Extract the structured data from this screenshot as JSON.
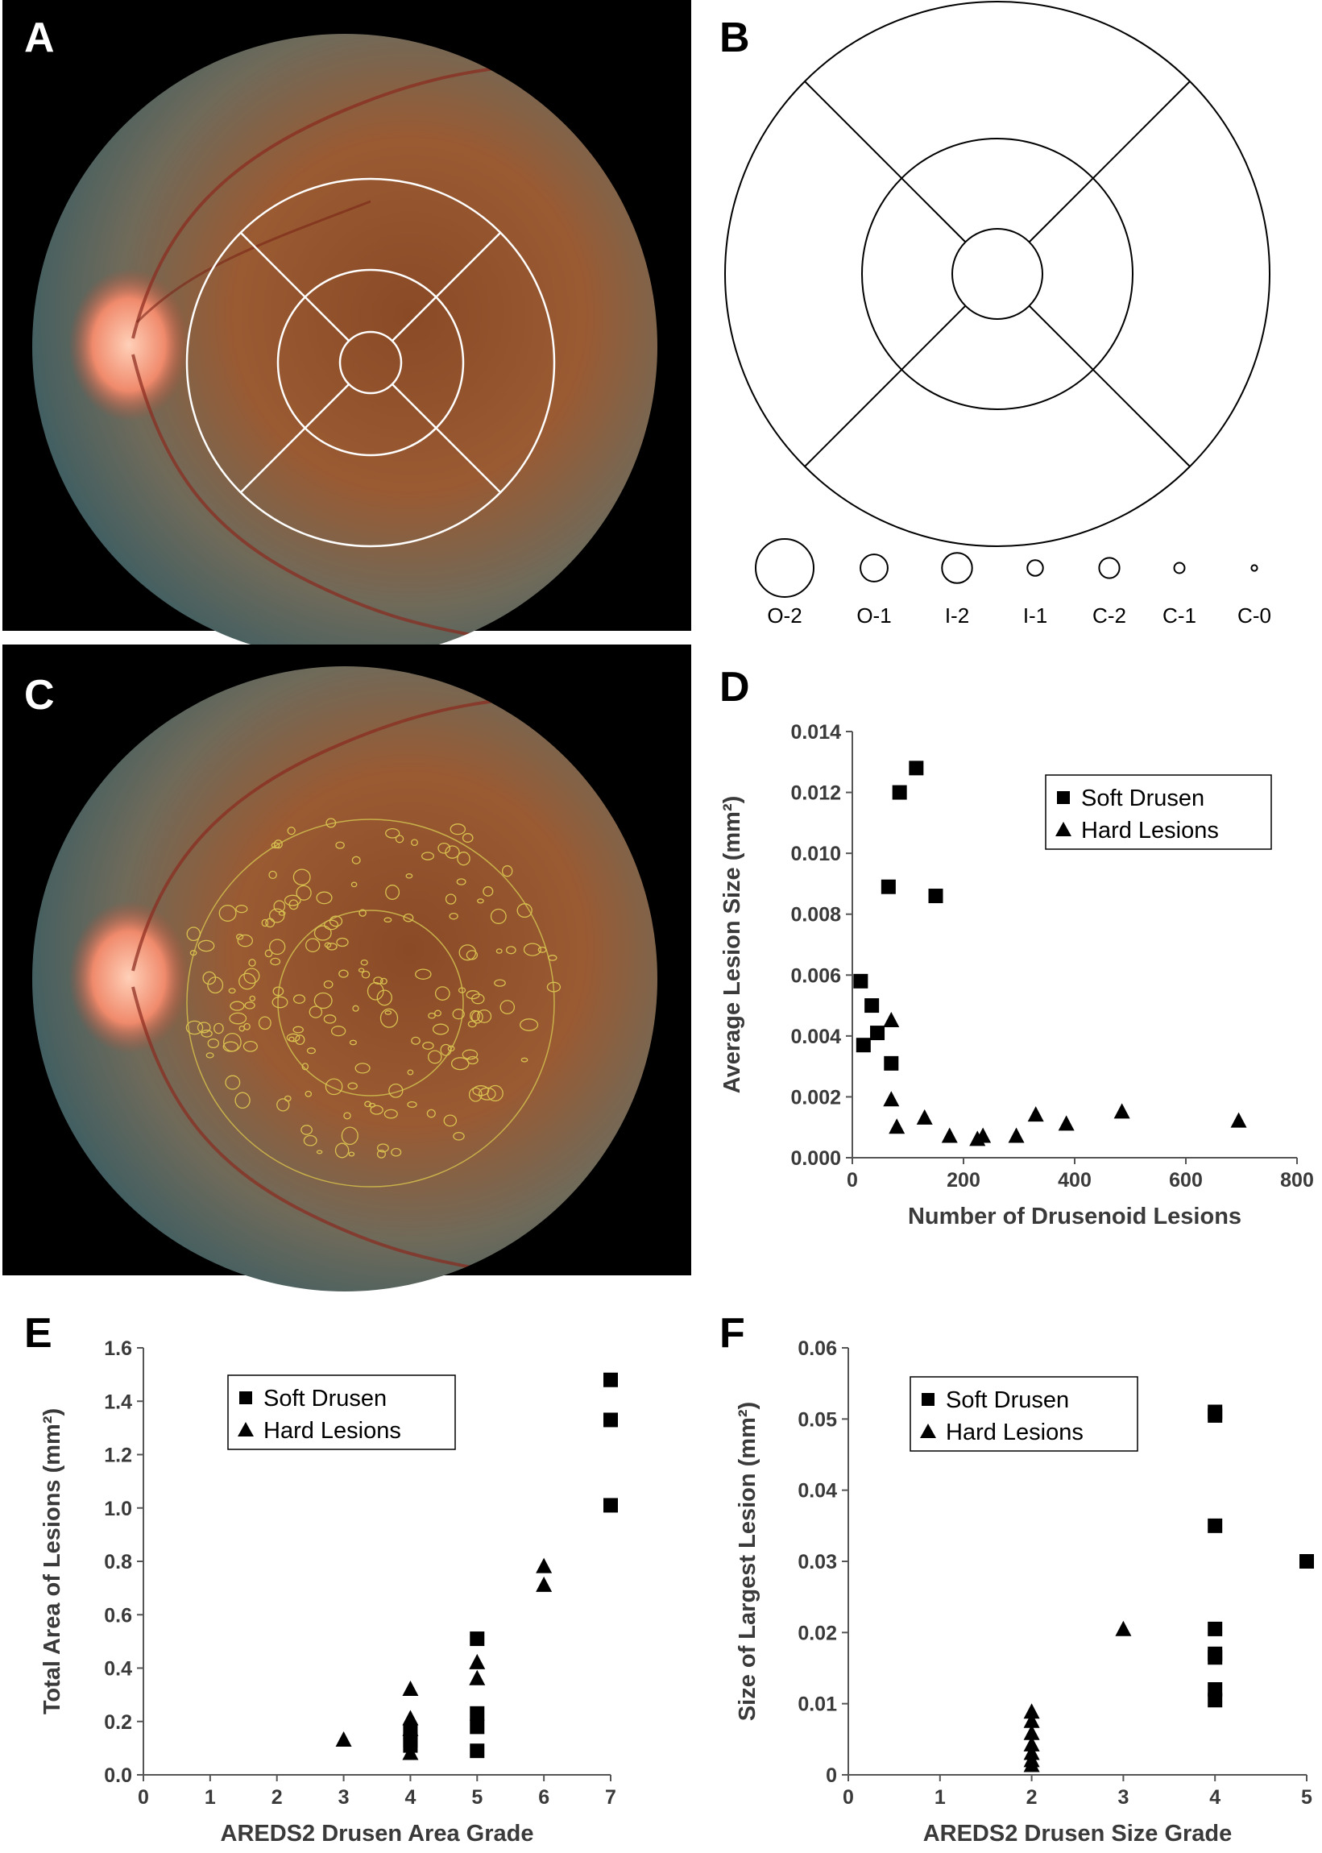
{
  "panels": {
    "A": {
      "letter": "A"
    },
    "B": {
      "letter": "B",
      "size_labels": [
        "O-2",
        "O-1",
        "I-2",
        "I-1",
        "C-2",
        "C-1",
        "C-0"
      ],
      "size_ratios": [
        1.0,
        0.47,
        0.52,
        0.27,
        0.35,
        0.18,
        0.1
      ]
    },
    "C": {
      "letter": "C"
    },
    "D": {
      "letter": "D"
    },
    "E": {
      "letter": "E"
    },
    "F": {
      "letter": "F"
    }
  },
  "colors": {
    "marker": "#000000",
    "axis": "#555555",
    "grid_circle_A": "#ffffff",
    "grid_circle_C": "#c8b04a",
    "fundus_dark": "#000000"
  },
  "chart_data": [
    {
      "panel": "D",
      "type": "scatter",
      "xlabel": "Number of Drusenoid Lesions",
      "ylabel": "Average Lesion Size (mm²)",
      "xlim": [
        0,
        800
      ],
      "ylim": [
        0,
        0.014
      ],
      "xticks": [
        "0",
        "200",
        "400",
        "600",
        "800"
      ],
      "yticks": [
        "0.000",
        "0.002",
        "0.004",
        "0.006",
        "0.008",
        "0.010",
        "0.012",
        "0.014"
      ],
      "legend": {
        "position": "top-right",
        "entries": [
          "Soft Drusen",
          "Hard Lesions"
        ]
      },
      "series": [
        {
          "name": "Soft Drusen",
          "marker": "square",
          "x": [
            15,
            20,
            35,
            45,
            65,
            70,
            85,
            115,
            150
          ],
          "y": [
            0.0058,
            0.0037,
            0.005,
            0.0041,
            0.0089,
            0.0031,
            0.012,
            0.0128,
            0.0086
          ]
        },
        {
          "name": "Hard Lesions",
          "marker": "triangle",
          "x": [
            70,
            70,
            80,
            130,
            175,
            225,
            235,
            295,
            330,
            385,
            485,
            695
          ],
          "y": [
            0.0045,
            0.0019,
            0.001,
            0.0013,
            0.0007,
            0.0006,
            0.0007,
            0.0007,
            0.0014,
            0.0011,
            0.0015,
            0.0012
          ]
        }
      ]
    },
    {
      "panel": "E",
      "type": "scatter",
      "xlabel": "AREDS2 Drusen Area Grade",
      "ylabel": "Total Area of Lesions (mm²)",
      "xlim": [
        0,
        7
      ],
      "ylim": [
        0,
        1.6
      ],
      "xticks": [
        "0",
        "1",
        "2",
        "3",
        "4",
        "5",
        "6",
        "7"
      ],
      "yticks": [
        "0.0",
        "0.2",
        "0.4",
        "0.6",
        "0.8",
        "1.0",
        "1.2",
        "1.4",
        "1.6"
      ],
      "legend": {
        "position": "top-left",
        "entries": [
          "Soft Drusen",
          "Hard Lesions"
        ]
      },
      "series": [
        {
          "name": "Soft Drusen",
          "marker": "square",
          "x": [
            4,
            4,
            4,
            5,
            5,
            5,
            5,
            7,
            7,
            7
          ],
          "y": [
            0.16,
            0.13,
            0.11,
            0.51,
            0.23,
            0.18,
            0.09,
            1.48,
            1.33,
            1.01
          ]
        },
        {
          "name": "Hard Lesions",
          "marker": "triangle",
          "x": [
            3,
            4,
            4,
            4,
            4,
            5,
            5,
            6,
            6
          ],
          "y": [
            0.13,
            0.32,
            0.21,
            0.17,
            0.08,
            0.42,
            0.36,
            0.78,
            0.71
          ]
        }
      ]
    },
    {
      "panel": "F",
      "type": "scatter",
      "xlabel": "AREDS2 Drusen Size Grade",
      "ylabel": "Size of Largest Lesion (mm²)",
      "xlim": [
        0,
        5
      ],
      "ylim": [
        0,
        0.06
      ],
      "xticks": [
        "0",
        "1",
        "2",
        "3",
        "4",
        "5"
      ],
      "yticks": [
        "0",
        "0.01",
        "0.02",
        "0.03",
        "0.04",
        "0.05",
        "0.06"
      ],
      "legend": {
        "position": "top-left",
        "entries": [
          "Soft Drusen",
          "Hard Lesions"
        ]
      },
      "series": [
        {
          "name": "Soft Drusen",
          "marker": "square",
          "x": [
            4,
            4,
            4,
            4,
            4,
            4,
            4,
            4,
            5
          ],
          "y": [
            0.051,
            0.0505,
            0.035,
            0.0205,
            0.017,
            0.0165,
            0.012,
            0.0105,
            0.03
          ]
        },
        {
          "name": "Hard Lesions",
          "marker": "triangle",
          "x": [
            2,
            2,
            2,
            2,
            2,
            2,
            2,
            3
          ],
          "y": [
            0.0088,
            0.0075,
            0.0058,
            0.0042,
            0.003,
            0.002,
            0.0013,
            0.0204
          ]
        }
      ]
    }
  ]
}
